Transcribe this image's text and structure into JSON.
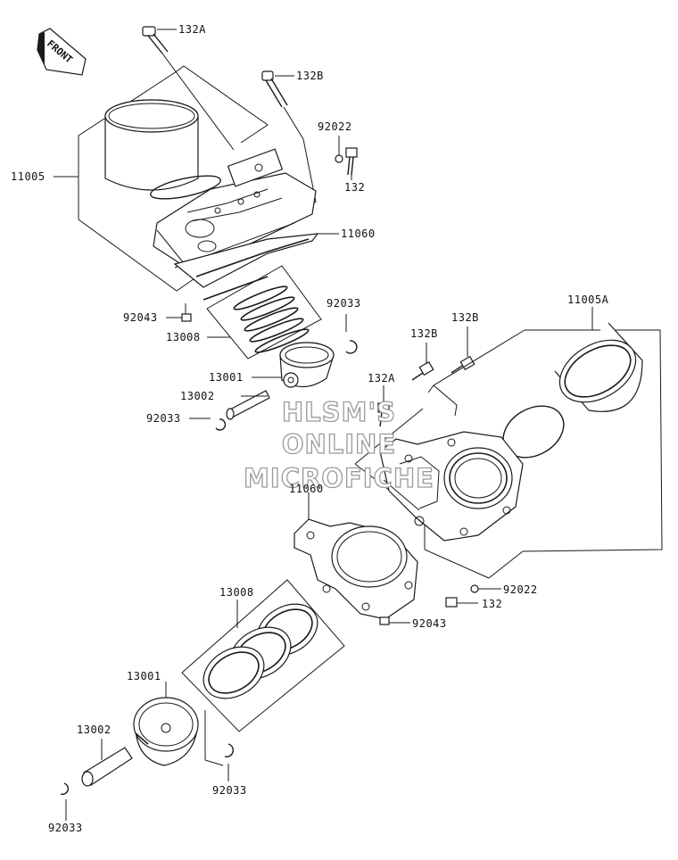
{
  "front_marker": "FRONT",
  "watermark": [
    "HLSM'S",
    "ONLINE",
    "MICROFICHE"
  ],
  "labels": {
    "bolt_132a_top": "132A",
    "bolt_132b_top": "132B",
    "washer_92022_top": "92022",
    "bolt_132_top": "132",
    "cylinder_11005": "11005",
    "gasket_11060_top": "11060",
    "dowel_92043_top": "92043",
    "ring_set_13008_top": "13008",
    "circlip_92033_top_right": "92033",
    "piston_13001_top": "13001",
    "pin_13002_top": "13002",
    "circlip_92033_top_left": "92033",
    "cylinder_11005a": "11005A",
    "bolt_132b_mid": "132B",
    "bolt_132b_mid2": "132B",
    "bolt_132a_mid": "132A",
    "gasket_11060_bottom": "11060",
    "washer_92022_bottom": "92022",
    "bolt_132_bottom": "132",
    "dowel_92043_bottom": "92043",
    "ring_set_13008_bottom": "13008",
    "piston_13001_bottom": "13001",
    "pin_13002_bottom": "13002",
    "circlip_92033_bottom_right": "92033",
    "circlip_92033_bottom_left": "92033"
  }
}
